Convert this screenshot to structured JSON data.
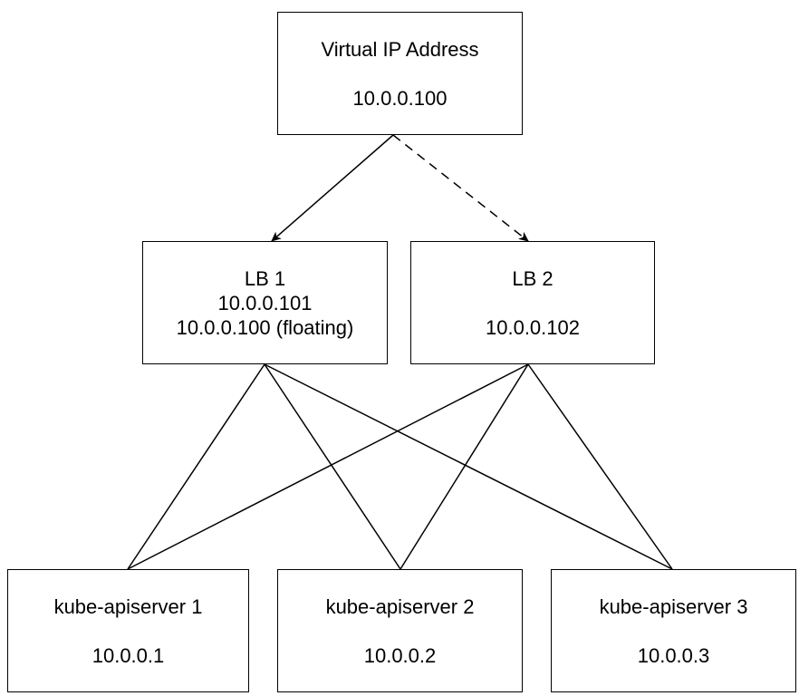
{
  "nodes": {
    "vip": {
      "title": "Virtual IP Address",
      "address": "10.0.0.100"
    },
    "lb1": {
      "title": "LB 1",
      "address": "10.0.0.101",
      "floating": "10.0.0.100 (floating)"
    },
    "lb2": {
      "title": "LB 2",
      "address": "10.0.0.102"
    },
    "api1": {
      "title": "kube-apiserver 1",
      "address": "10.0.0.1"
    },
    "api2": {
      "title": "kube-apiserver 2",
      "address": "10.0.0.2"
    },
    "api3": {
      "title": "kube-apiserver 3",
      "address": "10.0.0.3"
    }
  },
  "edges": [
    {
      "from": "vip",
      "to": "lb1",
      "style": "solid",
      "arrow": true
    },
    {
      "from": "vip",
      "to": "lb2",
      "style": "dashed",
      "arrow": true
    },
    {
      "from": "lb1",
      "to": "api1",
      "style": "solid",
      "arrow": false
    },
    {
      "from": "lb1",
      "to": "api2",
      "style": "solid",
      "arrow": false
    },
    {
      "from": "lb1",
      "to": "api3",
      "style": "solid",
      "arrow": false
    },
    {
      "from": "lb2",
      "to": "api1",
      "style": "solid",
      "arrow": false
    },
    {
      "from": "lb2",
      "to": "api2",
      "style": "solid",
      "arrow": false
    },
    {
      "from": "lb2",
      "to": "api3",
      "style": "solid",
      "arrow": false
    }
  ],
  "colors": {
    "stroke": "#000000",
    "background": "#ffffff"
  }
}
